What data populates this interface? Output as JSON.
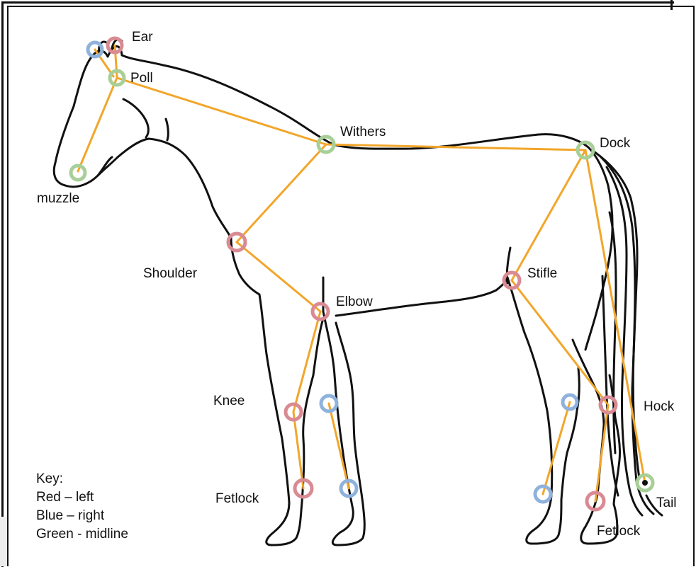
{
  "labels": {
    "ear": "Ear",
    "poll": "Poll",
    "muzzle": "muzzle",
    "withers": "Withers",
    "dock": "Dock",
    "shoulder": "Shoulder",
    "elbow": "Elbow",
    "stifle": "Stifle",
    "knee": "Knee",
    "hock": "Hock",
    "fetlock_front": "Fetlock",
    "fetlock_rear": "Fetlock",
    "tail": "Tail"
  },
  "key": {
    "title": "Key:",
    "red": "Red – left",
    "blue": "Blue – right",
    "green": "Green - midline"
  },
  "colors": {
    "left": "#d98a92",
    "right": "#8fb2dd",
    "midline": "#a8cf98",
    "skeleton": "#f2a62a",
    "outline": "#111111"
  }
}
